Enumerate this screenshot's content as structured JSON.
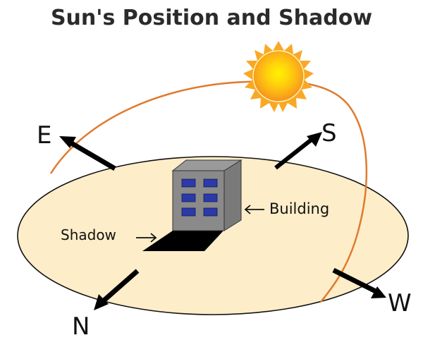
{
  "title": "Sun's Position and Shadow",
  "labels": {
    "east": "E",
    "south": "S",
    "north": "N",
    "west": "W",
    "building": "Building",
    "shadow": "Shadow"
  },
  "colors": {
    "ground": "#fdedc9",
    "sun_path": "#e07a2e",
    "building_front": "#8a8a8a",
    "building_side": "#7a7a7a",
    "building_top": "#9a9a9a",
    "windows": "#2b3aa8",
    "shadow": "#000000",
    "sun_core": "#ffe600",
    "sun_outer": "#f7a21a"
  }
}
